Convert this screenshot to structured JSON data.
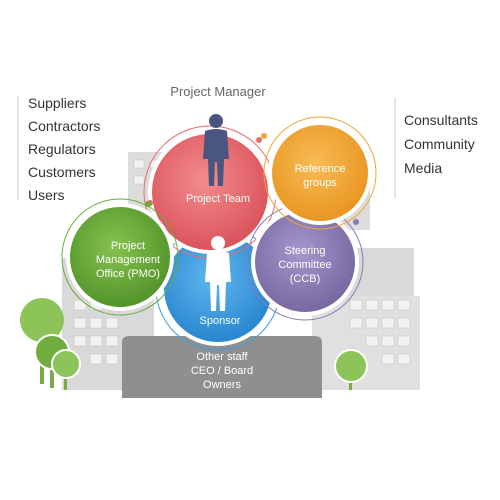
{
  "title": "Project Manager",
  "left_list": [
    "Suppliers",
    "Contractors",
    "Regulators",
    "Customers",
    "Users"
  ],
  "right_list": [
    "Consultants",
    "Community",
    "Media"
  ],
  "circles": {
    "project_team": {
      "label": "Project Team",
      "color": "#e86b6b"
    },
    "reference": {
      "lines": [
        "Reference",
        "groups"
      ],
      "color": "#f2a632"
    },
    "pmo": {
      "lines": [
        "Project",
        "Management",
        "Office (PMO)"
      ],
      "color": "#6aac3a"
    },
    "steering": {
      "lines": [
        "Steering",
        "Committee",
        "(CCB)"
      ],
      "color": "#8c7bb5"
    },
    "sponsor": {
      "label": "Sponsor",
      "color": "#3d9ee0"
    }
  },
  "base_panel": {
    "lines": [
      "Other staff",
      "CEO / Board",
      "Owners"
    ],
    "color": "#8f8f8f"
  },
  "icons": [
    "person-icon-manager",
    "person-icon-sponsor",
    "tree-icon-left",
    "tree-icon-right"
  ]
}
